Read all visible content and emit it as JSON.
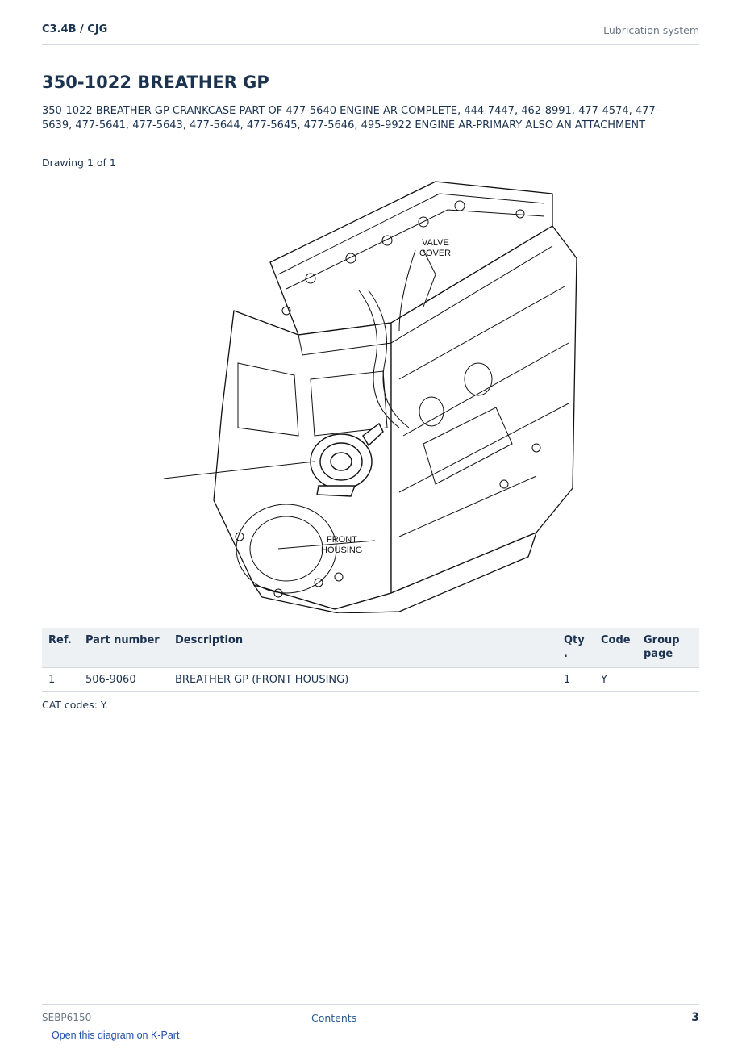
{
  "header": {
    "model": "C3.4B  /  CJG",
    "section": "Lubrication system"
  },
  "title": "350-1022 BREATHER GP",
  "description": "350-1022 BREATHER GP CRANKCASE PART OF 477-5640 ENGINE AR-COMPLETE, 444-7447, 462-8991, 477-4574, 477-5639, 477-5641, 477-5643, 477-5644, 477-5645, 477-5646, 495-9922 ENGINE AR-PRIMARY ALSO AN ATTACHMENT",
  "drawing": {
    "counter": "Drawing 1 of 1",
    "callouts": {
      "valve_cover_1": "VALVE",
      "valve_cover_2": "COVER",
      "front_housing_1": "FRONT",
      "front_housing_2": "HOUSING"
    }
  },
  "table": {
    "headers": {
      "ref": "Ref.",
      "part_number": "Part number",
      "description": "Description",
      "qty": "Qty",
      "qty_dot": ".",
      "code": "Code",
      "group_1": "Group",
      "group_2": "page"
    },
    "rows": [
      {
        "ref": "1",
        "part_number": "506-9060",
        "description": "BREATHER GP (FRONT HOUSING)",
        "qty": "1",
        "code": "Y",
        "group_page": ""
      }
    ]
  },
  "cat_codes": "CAT codes: Y.",
  "footer": {
    "doc_id": "SEBP6150",
    "contents_link": "Contents",
    "page_number": "3"
  },
  "kpart_link": "Open this diagram on K-Part"
}
